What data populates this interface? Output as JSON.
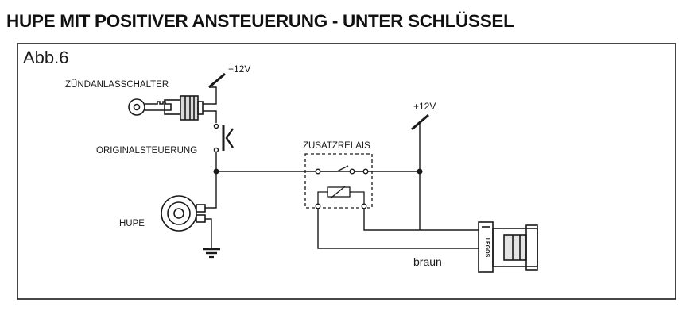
{
  "title": "HUPE MIT POSITIVER ANSTEUERUNG - UNTER SCHLÜSSEL",
  "figure_label": "Abb.6",
  "labels": {
    "ignition_switch": "ZÜNDANLASSCHALTER",
    "supply_ignition": "+12V",
    "original_control": "ORIGINALSTEUERUNG",
    "horn": "HUPE",
    "relay": "ZUSATZRELAIS",
    "supply_relay": "+12V",
    "wire_color": "braun",
    "device_brand": "LEGOS"
  },
  "colors": {
    "ink": "#1a1a1a",
    "background": "#ffffff"
  }
}
